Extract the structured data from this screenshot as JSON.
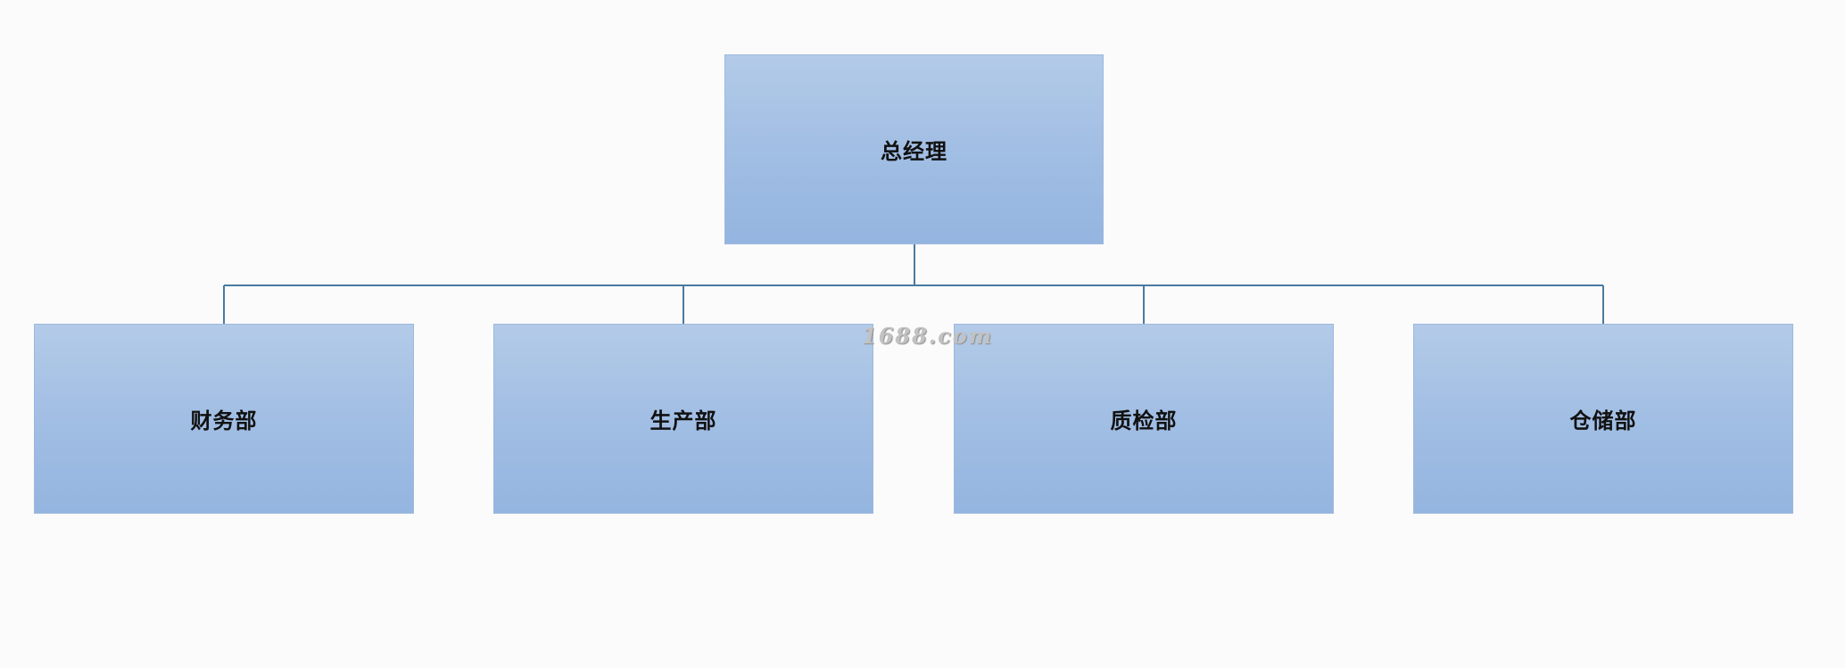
{
  "org_chart": {
    "root": {
      "label": "总经理"
    },
    "children": [
      {
        "label": "财务部"
      },
      {
        "label": "生产部"
      },
      {
        "label": "质检部"
      },
      {
        "label": "仓储部"
      }
    ]
  },
  "watermark": {
    "text": "1688.com"
  },
  "colors": {
    "background": "#fbfbfb",
    "node_fill_top": "#b3cbe8",
    "node_fill_bottom": "#94b5e0",
    "connector": "#4a7aa0",
    "label_text": "#111111"
  }
}
